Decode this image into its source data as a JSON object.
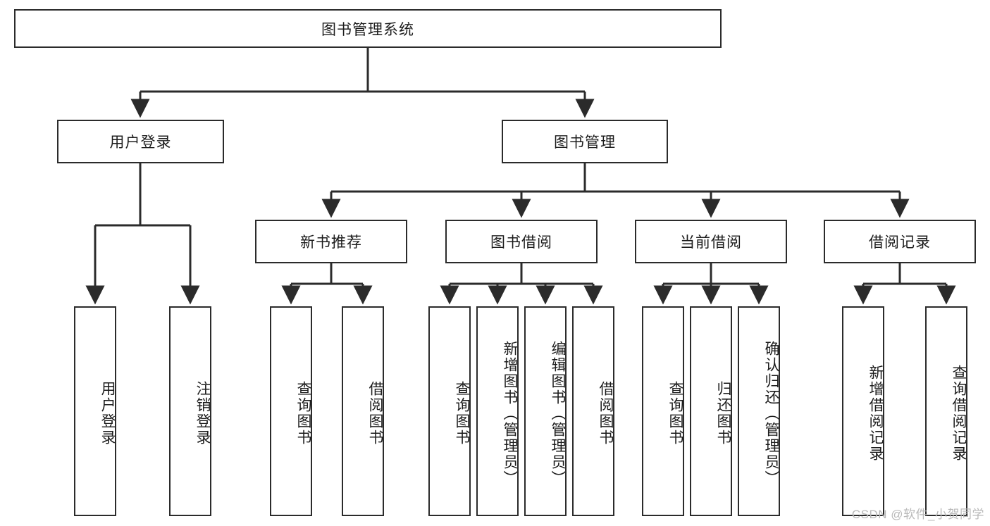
{
  "diagram": {
    "title_node": {
      "label": "图书管理系统"
    },
    "level2": [
      {
        "id": "user-login",
        "label": "用户登录"
      },
      {
        "id": "book-manage",
        "label": "图书管理"
      }
    ],
    "level3": [
      {
        "id": "new-book-recommend",
        "label": "新书推荐"
      },
      {
        "id": "book-borrow",
        "label": "图书借阅"
      },
      {
        "id": "current-borrow",
        "label": "当前借阅"
      },
      {
        "id": "borrow-record",
        "label": "借阅记录"
      }
    ],
    "leaves": {
      "user_login": [
        {
          "id": "leaf-user-login",
          "label": "用户登录"
        },
        {
          "id": "leaf-logout",
          "label": "注销登录"
        }
      ],
      "new_book_recommend": [
        {
          "id": "leaf-query-book-1",
          "label": "查询图书"
        },
        {
          "id": "leaf-borrow-book-1",
          "label": "借阅图书"
        }
      ],
      "book_borrow": [
        {
          "id": "leaf-query-book-2",
          "label": "查询图书"
        },
        {
          "id": "leaf-add-book",
          "label": "新增图书（管理员）"
        },
        {
          "id": "leaf-edit-book",
          "label": "编辑图书（管理员）"
        },
        {
          "id": "leaf-borrow-book-2",
          "label": "借阅图书"
        }
      ],
      "current_borrow": [
        {
          "id": "leaf-query-book-3",
          "label": "查询图书"
        },
        {
          "id": "leaf-return-book",
          "label": "归还图书"
        },
        {
          "id": "leaf-confirm-return",
          "label": "确认归还（管理员）"
        }
      ],
      "borrow_record": [
        {
          "id": "leaf-add-record",
          "label": "新增借阅记录"
        },
        {
          "id": "leaf-query-record",
          "label": "查询借阅记录"
        }
      ]
    },
    "watermark": "CSDN @软件_小贺同学",
    "colors": {
      "stroke": "#2b2b2b",
      "fill": "#ffffff",
      "text": "#1c1c1c",
      "watermark": "#b9b9b9"
    }
  }
}
